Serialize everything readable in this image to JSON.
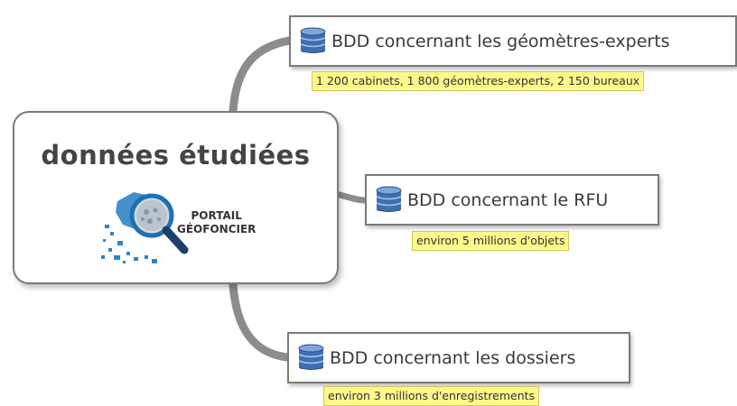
{
  "diagram": {
    "central": {
      "title": "données étudiées",
      "logo_line1": "PORTAIL",
      "logo_line2": "GÉOFONCIER",
      "logo_icon": "magnifier-map-icon"
    },
    "branches": [
      {
        "label": "BDD concernant les géomètres-experts",
        "note": "1 200 cabinets, 1 800 géomètres-experts, 2 150 bureaux",
        "icon": "database-icon"
      },
      {
        "label": "BDD concernant le RFU",
        "note": "environ 5 millions d'objets",
        "icon": "database-icon"
      },
      {
        "label": "BDD concernant les dossiers",
        "note": "environ 3 millions d'enregistrements",
        "icon": "database-icon"
      }
    ],
    "colors": {
      "connector": "#8c8c8c",
      "border": "#7a7a7a",
      "note_bg": "#fdf88a",
      "db_blue": "#3f6fb0"
    }
  }
}
